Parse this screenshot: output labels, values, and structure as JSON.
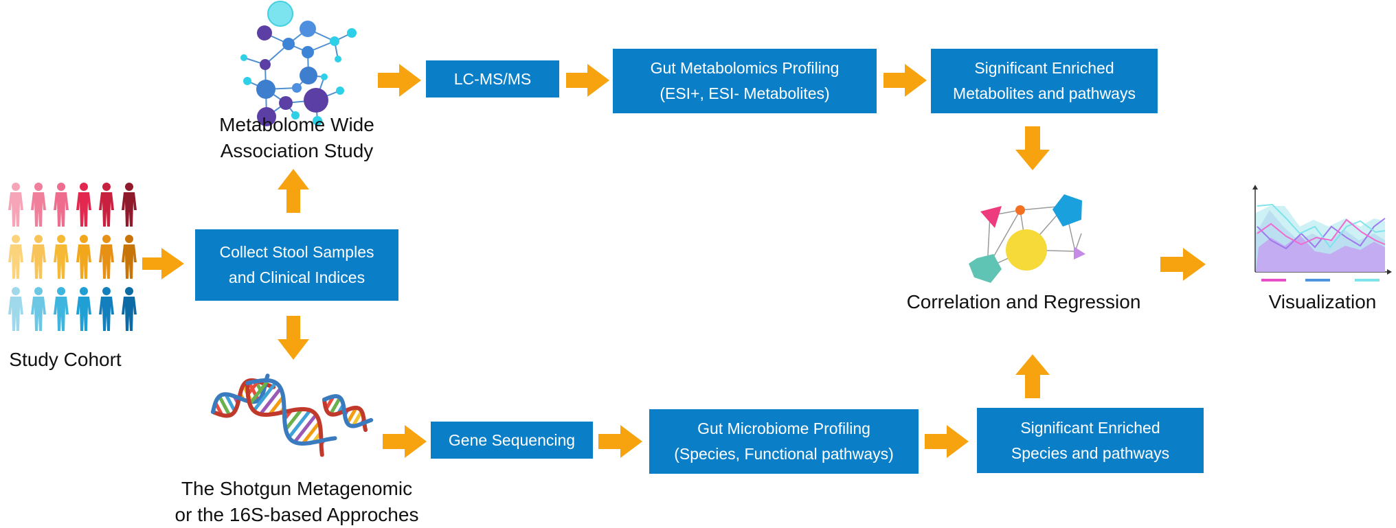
{
  "colors": {
    "box_fill": "#0a7fc8",
    "arrow": "#f7a310",
    "text_on_box": "#ffffff",
    "label_text": "#111111"
  },
  "cohort": {
    "label": "Study Cohort",
    "row_colors": [
      [
        "#f6a5b8",
        "#f07f9c",
        "#ee6d8e",
        "#e3284f",
        "#c8213f",
        "#8f1a2c"
      ],
      [
        "#fbd37a",
        "#f8c45a",
        "#f5b935",
        "#f2a61c",
        "#e79016",
        "#c77408"
      ],
      [
        "#9fd8ea",
        "#6cc7e4",
        "#3db5de",
        "#1f9fd3",
        "#137fbd",
        "#0c6aa4"
      ]
    ]
  },
  "mwas": {
    "line1": "Metabolome Wide",
    "line2": "Association Study"
  },
  "metagenomic": {
    "line1": "The Shotgun Metagenomic",
    "line2": "or the 16S-based Approches"
  },
  "collect": {
    "line1": "Collect Stool Samples",
    "line2": "and Clinical Indices"
  },
  "lcms": {
    "text": "LC-MS/MS"
  },
  "gut_metabolomics": {
    "line1": "Gut Metabolomics Profiling",
    "line2": "(ESI+, ESI- Metabolites)"
  },
  "sig_metabolites": {
    "line1": "Significant Enriched",
    "line2": "Metabolites and pathways"
  },
  "gene_seq": {
    "text": "Gene Sequencing"
  },
  "gut_microbiome": {
    "line1": "Gut Microbiome Profiling",
    "line2": "(Species, Functional pathways)"
  },
  "sig_species": {
    "line1": "Significant Enriched",
    "line2": "Species and pathways"
  },
  "correlation": {
    "label": "Correlation and Regression"
  },
  "visualization": {
    "label": "Visualization"
  }
}
